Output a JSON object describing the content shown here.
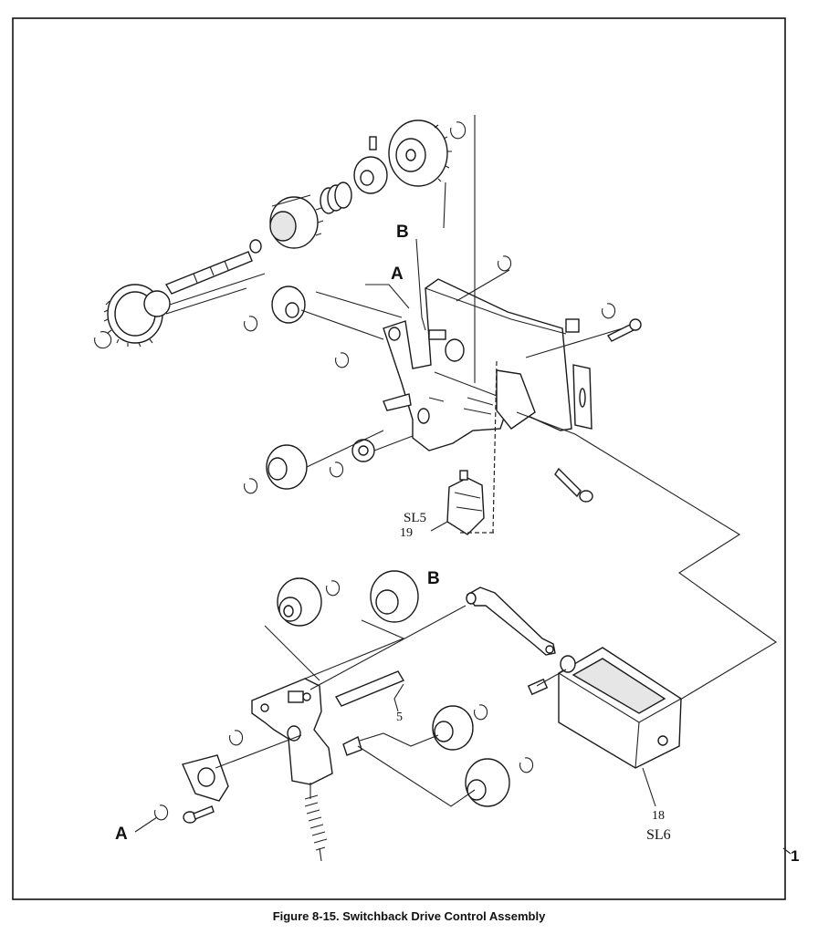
{
  "caption": "Figure 8-15.  Switchback Drive Control Assembly",
  "callouts": {
    "a_upper": "A",
    "a_lower": "A",
    "b_upper": "B",
    "b_lower": "B",
    "sl5": "SL5",
    "n19": "19",
    "n5": "5",
    "n18": "18",
    "sl6": "SL6",
    "n1": "1"
  },
  "icons": [
    "gear-icon",
    "spring-icon",
    "shaft-icon",
    "e-clip-icon",
    "bracket-icon",
    "solenoid-icon",
    "screw-icon",
    "lever-icon"
  ]
}
